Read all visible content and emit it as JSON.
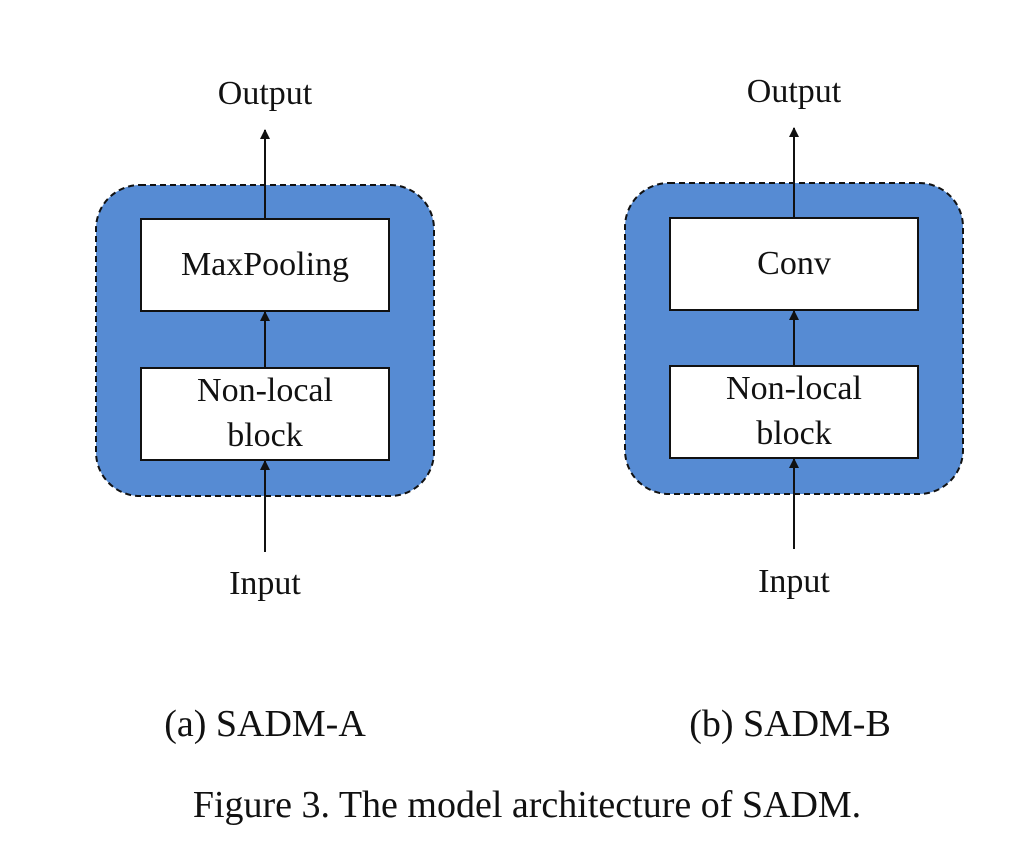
{
  "panels": [
    {
      "output_label": "Output",
      "input_label": "Input",
      "top_block": "MaxPooling",
      "bottom_block": "Non-local block",
      "subcaption": "(a) SADM-A"
    },
    {
      "output_label": "Output",
      "input_label": "Input",
      "top_block": "Conv",
      "bottom_block": "Non-local block",
      "subcaption": "(b) SADM-B"
    }
  ],
  "caption": "Figure 3. The model architecture of SADM.",
  "colors": {
    "module_fill": "#568bd3",
    "block_fill": "#ffffff",
    "stroke": "#111111"
  }
}
